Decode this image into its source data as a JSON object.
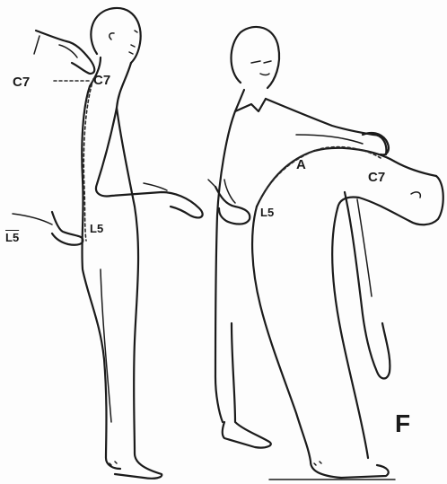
{
  "figure": {
    "panel_letter": "F",
    "left_figure": {
      "landmark_outside_upper": "C7",
      "landmark_on_spine_upper": "C7",
      "landmark_outside_lower": "L5",
      "landmark_on_spine_lower": "L5"
    },
    "right_figure": {
      "landmark_upper": "C7",
      "landmark_lower": "L5",
      "curve_label": "A"
    }
  },
  "icons": {
    "examiner_hand_left": "hand-icon",
    "examiner_hand_right": "hand-icon"
  }
}
